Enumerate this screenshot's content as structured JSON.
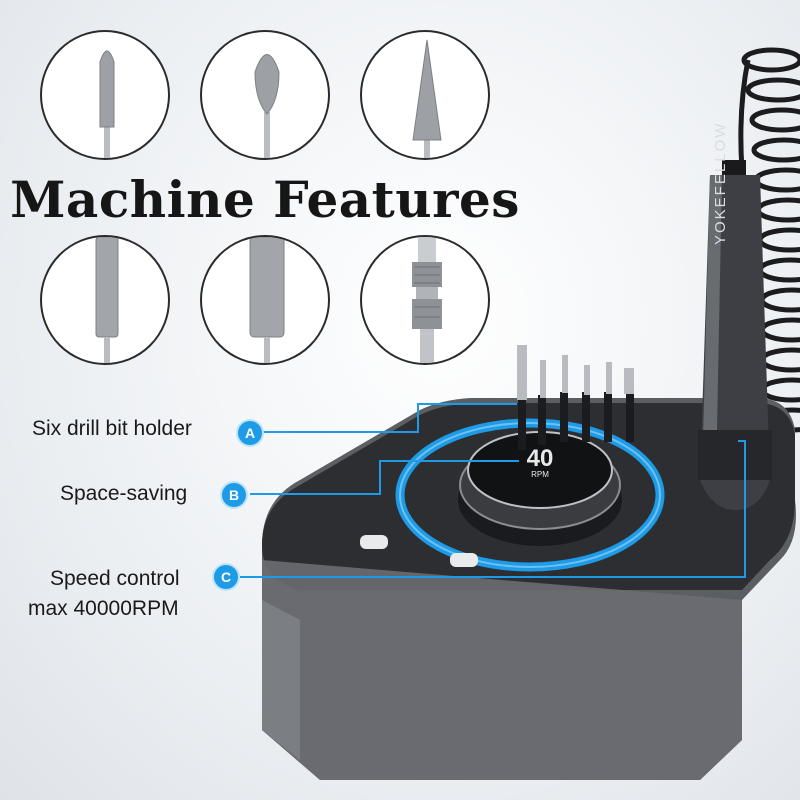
{
  "title": "Machine Features",
  "features": [
    {
      "label": "Six drill bit holder",
      "badge": "A"
    },
    {
      "label": "Space-saving",
      "badge": "B"
    },
    {
      "label": "Speed control",
      "label2": "max 40000RPM",
      "badge": "C"
    }
  ],
  "handpiece_brand": "YOKEFELLOW",
  "display": {
    "value": "40",
    "unit": "RPM"
  },
  "colors": {
    "accent": "#1e9be6",
    "device": "#55585d",
    "dark": "#2b2c30"
  },
  "icons": [
    "drill-bit-icon",
    "spindle-icon"
  ]
}
